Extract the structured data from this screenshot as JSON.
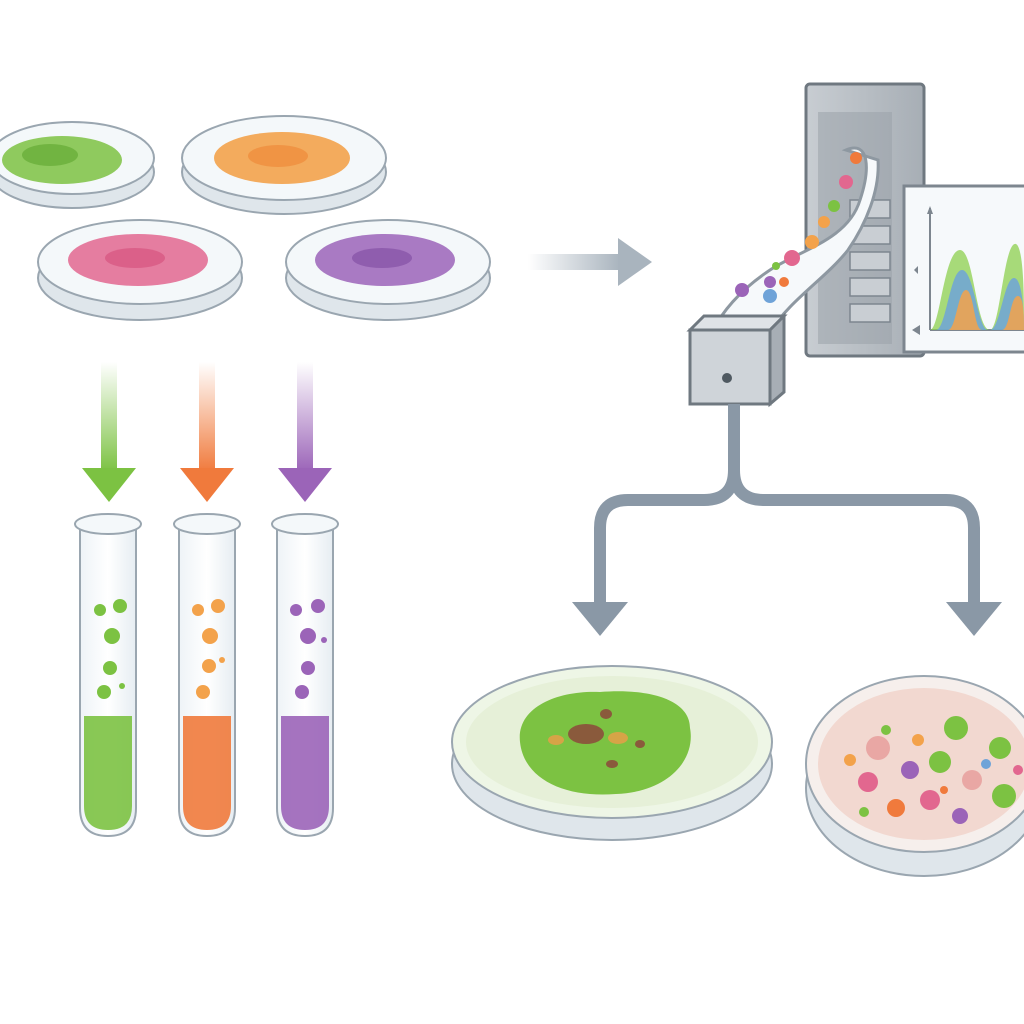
{
  "colors": {
    "background": "#ffffff",
    "green": "#7cc242",
    "orange": "#f07a3c",
    "pink": "#e2678f",
    "purple": "#9b64b8",
    "flow_arrow": "#8a98a6",
    "machine_body": "#b9c0c7",
    "machine_dark": "#7d868f",
    "chart_blue": "#6fa3d8",
    "chart_orange": "#f3a24b",
    "chart_green": "#8ccf4d"
  },
  "culture_dishes": [
    {
      "id": "green",
      "color": "green"
    },
    {
      "id": "orange",
      "color": "orange"
    },
    {
      "id": "pink",
      "color": "pink"
    },
    {
      "id": "purple",
      "color": "purple"
    }
  ],
  "test_tubes": [
    {
      "id": "green",
      "color": "green",
      "fill_fraction": 0.42
    },
    {
      "id": "orange",
      "color": "orange",
      "fill_fraction": 0.42
    },
    {
      "id": "purple",
      "color": "purple",
      "fill_fraction": 0.42
    }
  ],
  "sorter": {
    "icon": "cell-sorter-machine-icon",
    "monitor_icon": "histogram-monitor-icon"
  },
  "output_dishes": [
    {
      "id": "green-colony",
      "icon": "single-colony-dish-icon"
    },
    {
      "id": "mixed-cells",
      "icon": "mixed-cells-dish-icon"
    }
  ]
}
